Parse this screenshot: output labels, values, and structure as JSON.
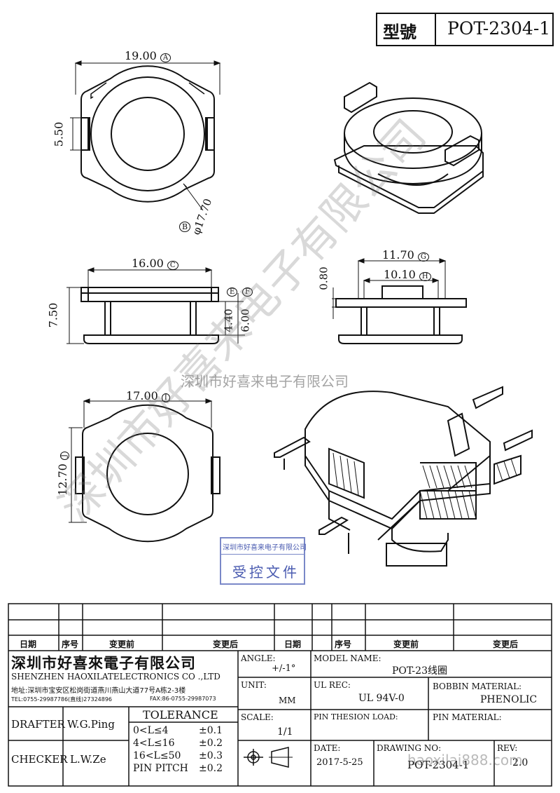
{
  "header": {
    "model_label": "型號",
    "model_value": "POT-2304-1"
  },
  "dims": {
    "top_width": "19.00",
    "top_width_tag": "A",
    "top_height": "5.50",
    "top_diameter": "φ17.70",
    "top_diameter_tag": "B",
    "side_width": "16.00",
    "side_width_tag": "C",
    "side_height": "7.50",
    "side_e": "E",
    "side_f": "F",
    "side_inner": "4.40",
    "side_total": "6.00",
    "right_width": "11.70",
    "right_width_tag": "G",
    "right_inner": "10.10",
    "right_inner_tag": "H",
    "right_thick": "0.80",
    "bottom_width": "17.00",
    "bottom_width_tag": "I",
    "bottom_height": "12.70",
    "bottom_height_tag": "J"
  },
  "watermark": {
    "center": "深圳市好喜来电子有限公司",
    "diagonal": "深圳市好喜来电子有限公司"
  },
  "stamp": {
    "company": "深圳市好喜来电子有限公司",
    "label": "受控文件"
  },
  "revision_table": {
    "headers": [
      "日期",
      "序号",
      "变更前",
      "变更后",
      "日期",
      "序号",
      "变更前",
      "变更后"
    ]
  },
  "title_block": {
    "company_cn": "深圳市好喜來電子有限公司",
    "company_en": "SHENZHEN HAOXILATELECTRONICS CO .,LTD",
    "address": "地址:深圳市宝安区松岗街道燕川燕山大道77号A栋2-3楼",
    "tel": "TEL:0755-29987786(直线)27324896",
    "fax": "FAX:86-0755-29987073",
    "drafter_label": "DRAFTER",
    "drafter_value": "W.G.Ping",
    "checker_label": "CHECKER",
    "checker_value": "L.W.Ze",
    "tolerance_title": "TOLERANCE",
    "tol_rows": [
      {
        "range": "0<L≤4",
        "value": "±0.1"
      },
      {
        "range": "4<L≤16",
        "value": "±0.2"
      },
      {
        "range": "16<L≤50",
        "value": "±0.3"
      },
      {
        "range": "PIN PITCH",
        "value": "±0.2"
      }
    ],
    "angle_label": "ANGLE:",
    "angle_value": "+/-1°",
    "unit_label": "UNIT:",
    "unit_value": "MM",
    "scale_label": "SCALE:",
    "scale_value": "1/1",
    "model_name_label": "MODEL NAME:",
    "model_name_value": "POT-23线圈",
    "ul_label": "UL REC:",
    "ul_value": "UL 94V-0",
    "bobbin_label": "BOBBIN MATERIAL:",
    "bobbin_value": "PHENOLIC",
    "pin_tension_label": "PIN THESION LOAD:",
    "pin_material_label": "PIN MATERIAL:",
    "date_label": "DATE:",
    "date_value": "2017-5-25",
    "drawing_no_label": "DRAWING NO:",
    "drawing_no_value": "POT-2304-1",
    "rev_label": "REV:",
    "rev_value": "2.0",
    "site_watermark": "haoxilai888.com"
  }
}
